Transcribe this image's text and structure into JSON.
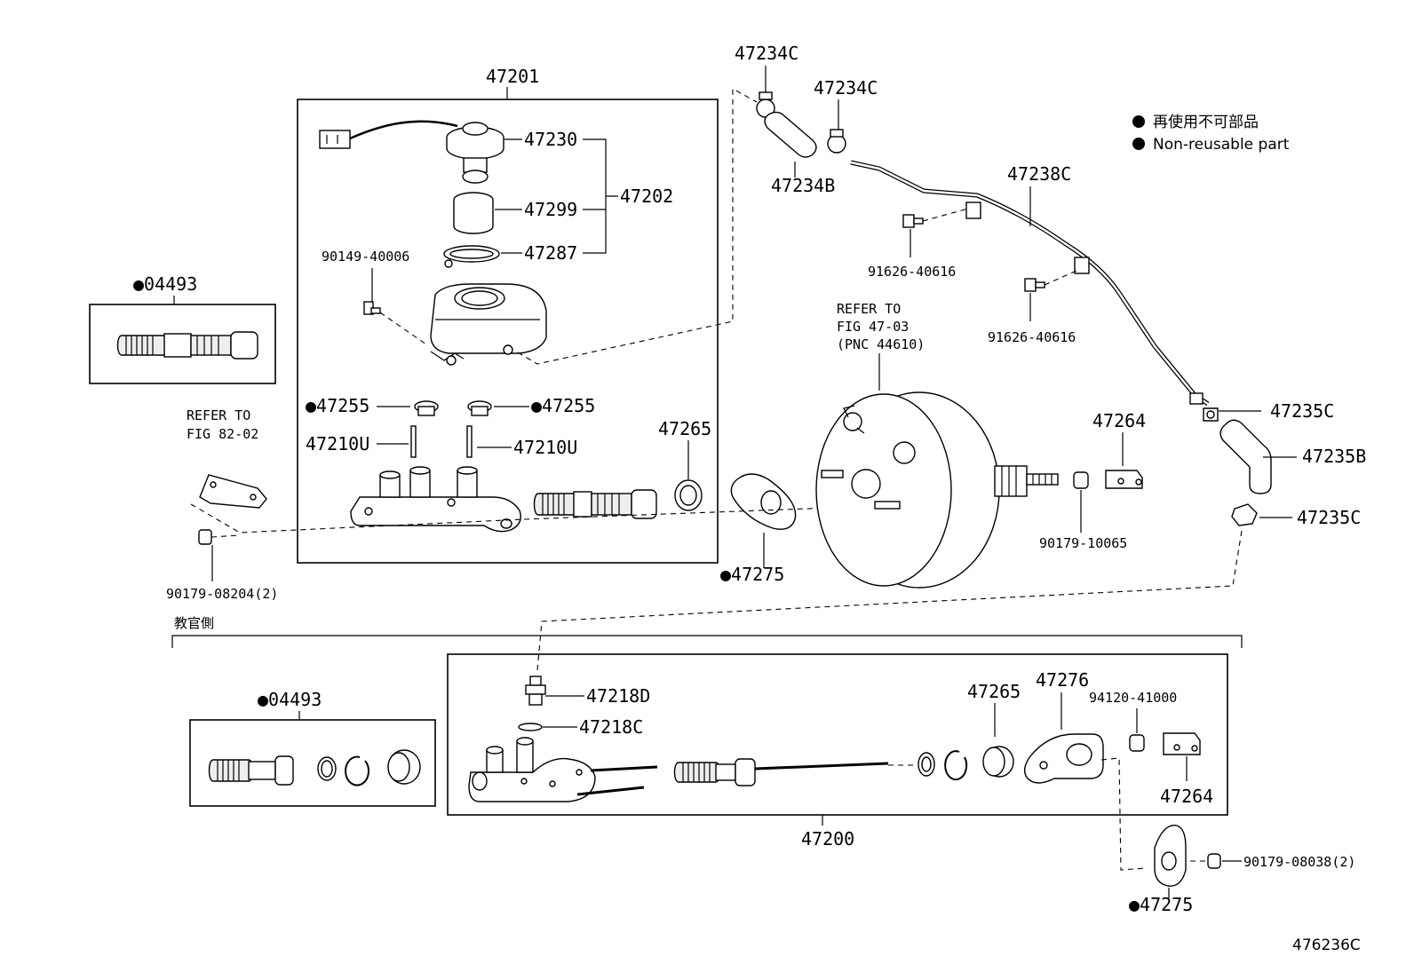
{
  "legend": {
    "jp": "再使用不可部品",
    "en": "Non-reusable part"
  },
  "figure_code": "476236C",
  "side_note_jp": "教官側",
  "refs": {
    "booster": [
      "REFER TO",
      "FIG 47-03",
      "(PNC 44610)"
    ],
    "bracket": [
      "REFER TO",
      "FIG 82-02"
    ]
  },
  "parts": {
    "p47201": "47201",
    "p47230": "47230",
    "p47299": "47299",
    "p47287": "47287",
    "p47202": "47202",
    "p90149": "90149-40006",
    "p04493a": "04493",
    "p47255a": "47255",
    "p47255b": "47255",
    "p47210Ua": "47210U",
    "p47210Ub": "47210U",
    "p47265a": "47265",
    "p47275a": "47275",
    "p90179_08204": "90179-08204(2)",
    "p47234Ca": "47234C",
    "p47234Cb": "47234C",
    "p47234B": "47234B",
    "p47238C": "47238C",
    "p91626a": "91626-40616",
    "p91626b": "91626-40616",
    "p47235Ca": "47235C",
    "p47235B": "47235B",
    "p47235Cb": "47235C",
    "p47264a": "47264",
    "p90179_10065": "90179-10065",
    "p04493b": "04493",
    "p47218D": "47218D",
    "p47218C": "47218C",
    "p47265b": "47265",
    "p47276": "47276",
    "p94120": "94120-41000",
    "p47264b": "47264",
    "p47200": "47200",
    "p90179_08038": "90179-08038(2)",
    "p47275b": "47275"
  }
}
